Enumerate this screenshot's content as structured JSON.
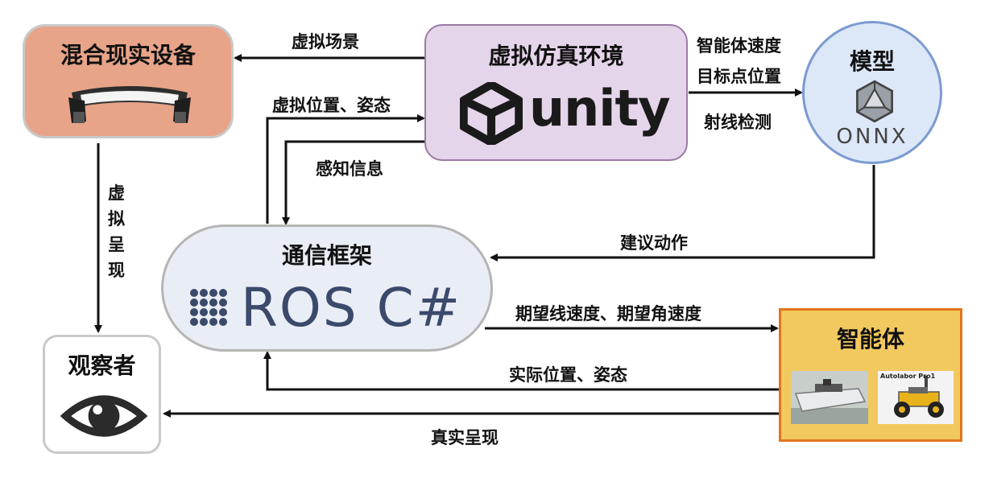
{
  "nodes": {
    "mixed_reality_device": {
      "title": "混合现实设备"
    },
    "virtual_env": {
      "title": "虚拟仿真环境",
      "logo_text": "unity"
    },
    "model": {
      "title": "模型",
      "logo_text": "ONNX"
    },
    "comm_framework": {
      "title": "通信框架",
      "logo_text": "ROS C#"
    },
    "observer": {
      "title": "观察者"
    },
    "agent": {
      "title": "智能体",
      "photo_caption": "Autolabor Pro1"
    }
  },
  "edges": {
    "virtual_scene": "虚拟场景",
    "virtual_pose": "虚拟位置、姿态",
    "perception": "感知信息",
    "agent_speed": "智能体速度",
    "target_position": "目标点位置",
    "ray_detection": "射线检测",
    "suggested_action": "建议动作",
    "expected_velocity": "期望线速度、期望角速度",
    "actual_pose": "实际位置、姿态",
    "real_presentation": "真实呈现",
    "virtual_presentation": [
      "虚",
      "拟",
      "呈",
      "现"
    ]
  },
  "colors": {
    "mr_fill": "#e8a488",
    "env_fill": "#e5d5ea",
    "model_fill": "#dce7f8",
    "comm_fill": "#e9edf5",
    "agent_fill": "#f2c95e",
    "agent_border": "#e2751c",
    "ros_text": "#3b4a6b"
  }
}
